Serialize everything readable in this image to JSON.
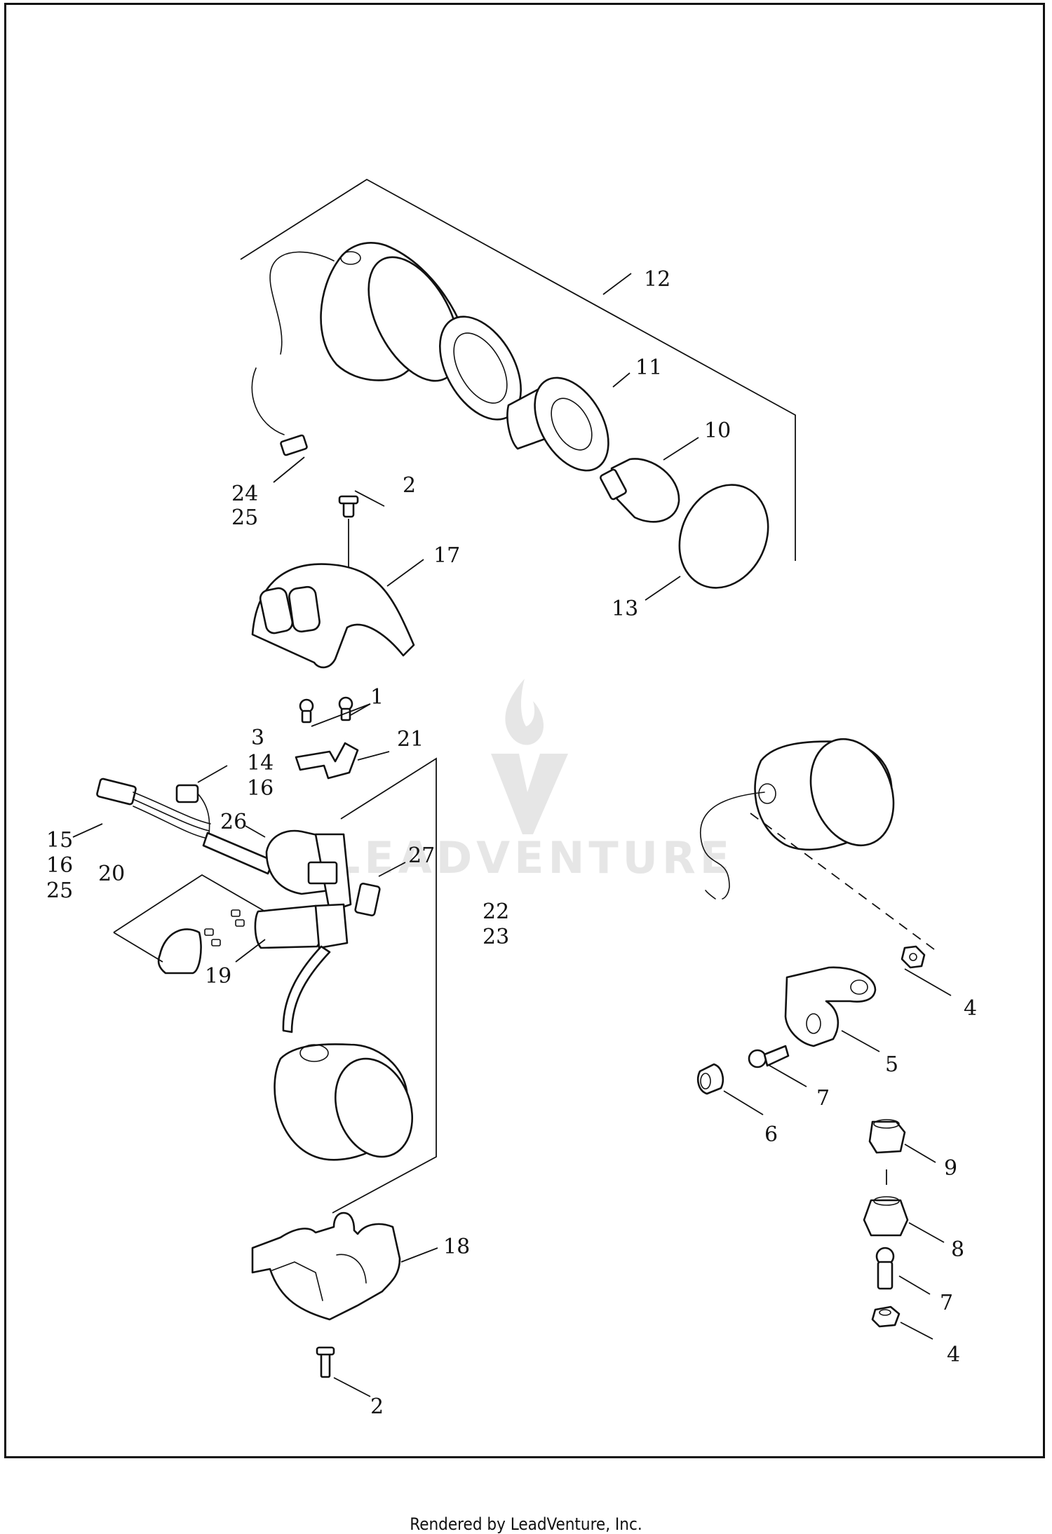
{
  "watermark": {
    "text": "LEADVENTURE"
  },
  "footer": {
    "text": "Rendered by LeadVenture, Inc."
  },
  "callouts": [
    "1",
    "2",
    "2",
    "3",
    "4",
    "4",
    "5",
    "6",
    "7",
    "7",
    "8",
    "9",
    "10",
    "11",
    "12",
    "13",
    "14",
    "16",
    "15",
    "16",
    "25",
    "17",
    "18",
    "19",
    "20",
    "21",
    "22",
    "23",
    "24",
    "25",
    "26",
    "27"
  ]
}
